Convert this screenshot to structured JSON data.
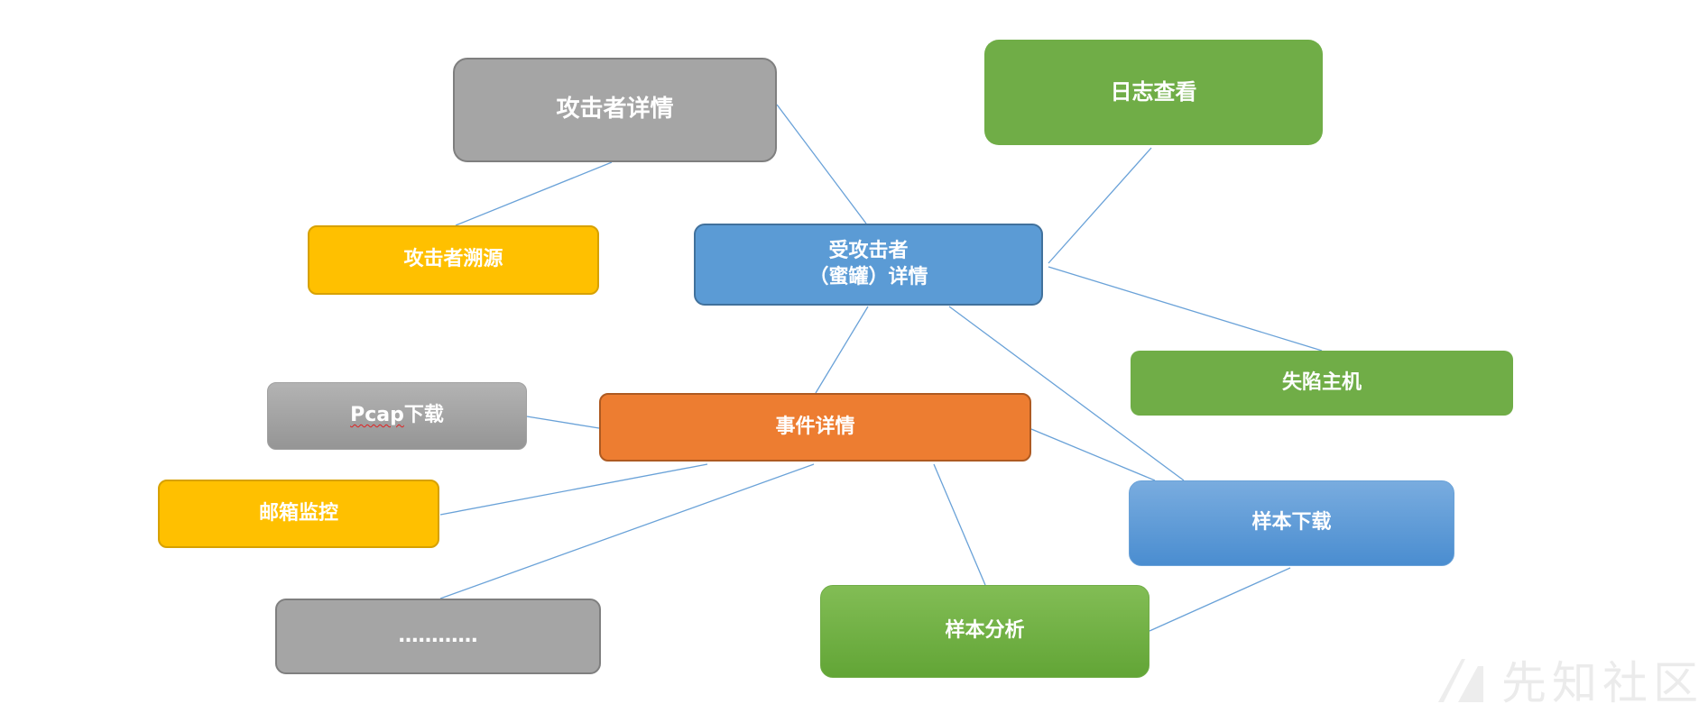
{
  "diagram": {
    "nodes": {
      "attacker_detail": "攻击者详情",
      "attacker_trace": "攻击者溯源",
      "victim_detail": "受攻击者\n（蜜罐）详情",
      "log_view": "日志查看",
      "compromised_host": "失陷主机",
      "event_detail": "事件详情",
      "pcap_download_prefix": "Pcap",
      "pcap_download_suffix": "下载",
      "mailbox_monitor": "邮箱监控",
      "sample_download": "样本下载",
      "sample_analysis": "样本分析",
      "more": "…………"
    },
    "watermark": "先知社区"
  }
}
